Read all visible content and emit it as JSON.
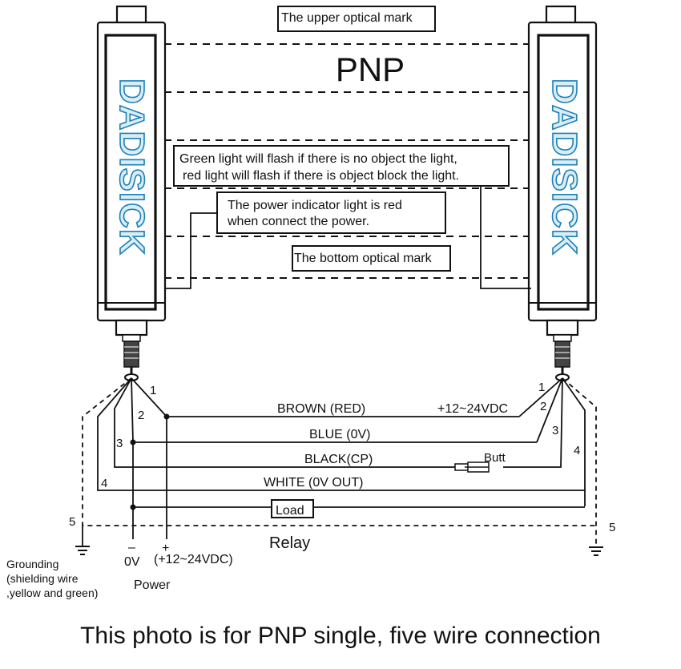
{
  "diagram": {
    "heading": "PNP",
    "brand": "DADISICK",
    "notes": {
      "upper_mark": "The upper optical mark",
      "flash_line1": "Green light will flash if there is no object the light,",
      "flash_line2": "red light will flash if there is object block the light.",
      "power_line1": "The power indicator light is red",
      "power_line2": "when connect the power.",
      "bottom_mark": "The bottom optical mark"
    },
    "wires": {
      "brown": "BROWN  (RED)",
      "supply": "+12~24VDC",
      "blue": "BLUE (0V)",
      "black": "BLACK(CP)",
      "butt": "Butt",
      "white": "WHITE (0V  OUT)",
      "load": "Load",
      "relay": "Relay"
    },
    "pins": {
      "left": [
        "1",
        "2",
        "3",
        "4",
        "5"
      ],
      "right": [
        "1",
        "2",
        "3",
        "4",
        "5"
      ]
    },
    "power": {
      "minus": "–",
      "plus": "+",
      "zero_v": "0V",
      "supply": "(+12~24VDC)",
      "label": "Power"
    },
    "grounding": {
      "line1": "Grounding",
      "line2": "(shielding wire",
      "line3": ",yellow and green)"
    },
    "caption": "This photo is for PNP single, five wire connection"
  }
}
